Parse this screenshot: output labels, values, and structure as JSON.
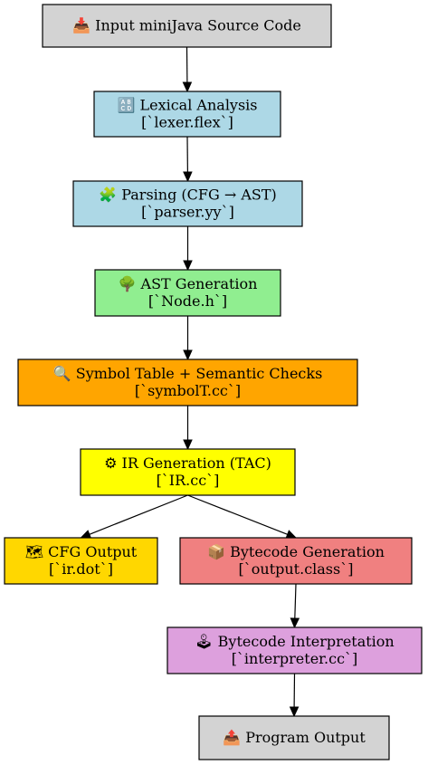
{
  "nodes": [
    {
      "id": "input",
      "icon": "inbox-tray-icon",
      "lines": [
        "📥 Input miniJava Source Code"
      ],
      "color": "#d3d3d3"
    },
    {
      "id": "lexer",
      "icon": "abc-icon",
      "lines": [
        "🔠 Lexical Analysis",
        "[`lexer.flex`]"
      ],
      "color": "#add8e6"
    },
    {
      "id": "parser",
      "icon": "puzzle-icon",
      "lines": [
        "🧩 Parsing (CFG → AST)",
        "[`parser.yy`]"
      ],
      "color": "#add8e6"
    },
    {
      "id": "ast",
      "icon": "deciduous-tree-icon",
      "lines": [
        "🌳 AST Generation",
        "[`Node.h`]"
      ],
      "color": "#90ee90"
    },
    {
      "id": "symbol",
      "icon": "magnifier-icon",
      "lines": [
        "🔍 Symbol Table + Semantic Checks",
        "[`symbolT.cc`]"
      ],
      "color": "#ffa500"
    },
    {
      "id": "ir",
      "icon": "gear-icon",
      "lines": [
        "⚙ IR Generation (TAC)",
        "[`IR.cc`]"
      ],
      "color": "#ffff00"
    },
    {
      "id": "cfg",
      "icon": "map-icon",
      "lines": [
        "🗺 CFG Output",
        "[`ir.dot`]"
      ],
      "color": "#ffd700"
    },
    {
      "id": "bytecode",
      "icon": "package-icon",
      "lines": [
        "📦 Bytecode Generation",
        "[`output.class`]"
      ],
      "color": "#f08080"
    },
    {
      "id": "interpreter",
      "icon": "joystick-icon",
      "lines": [
        "🕹 Bytecode Interpretation",
        "[`interpreter.cc`]"
      ],
      "color": "#dda0dd"
    },
    {
      "id": "output",
      "icon": "outbox-tray-icon",
      "lines": [
        "📤 Program Output"
      ],
      "color": "#d3d3d3"
    }
  ],
  "edges": [
    {
      "from": "input",
      "to": "lexer"
    },
    {
      "from": "lexer",
      "to": "parser"
    },
    {
      "from": "parser",
      "to": "ast"
    },
    {
      "from": "ast",
      "to": "symbol"
    },
    {
      "from": "symbol",
      "to": "ir"
    },
    {
      "from": "ir",
      "to": "cfg"
    },
    {
      "from": "ir",
      "to": "bytecode"
    },
    {
      "from": "bytecode",
      "to": "interpreter"
    },
    {
      "from": "interpreter",
      "to": "output"
    }
  ]
}
